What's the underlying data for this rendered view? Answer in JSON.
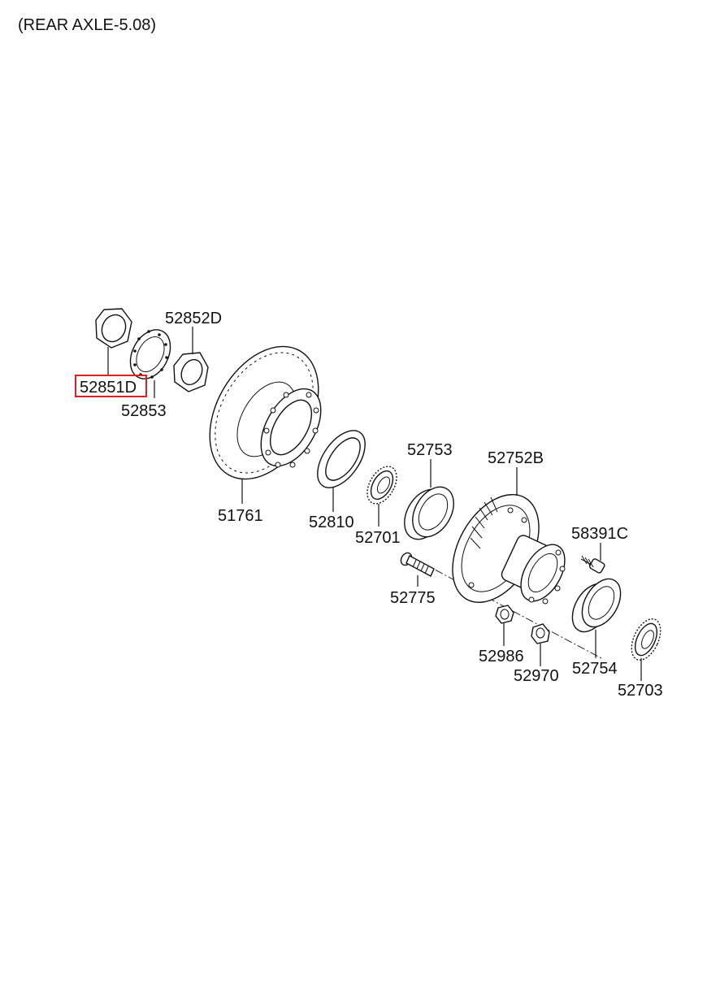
{
  "header": {
    "title": "(REAR AXLE-5.08)"
  },
  "parts": [
    {
      "id": "p-52851d",
      "label": "52851D",
      "highlighted": true
    },
    {
      "id": "p-52852d",
      "label": "52852D",
      "highlighted": false
    },
    {
      "id": "p-52853",
      "label": "52853",
      "highlighted": false
    },
    {
      "id": "p-51761",
      "label": "51761",
      "highlighted": false
    },
    {
      "id": "p-52810",
      "label": "52810",
      "highlighted": false
    },
    {
      "id": "p-52701",
      "label": "52701",
      "highlighted": false
    },
    {
      "id": "p-52753",
      "label": "52753",
      "highlighted": false
    },
    {
      "id": "p-52752b",
      "label": "52752B",
      "highlighted": false
    },
    {
      "id": "p-58391c",
      "label": "58391C",
      "highlighted": false
    },
    {
      "id": "p-52775",
      "label": "52775",
      "highlighted": false
    },
    {
      "id": "p-52986",
      "label": "52986",
      "highlighted": false
    },
    {
      "id": "p-52970",
      "label": "52970",
      "highlighted": false
    },
    {
      "id": "p-52754",
      "label": "52754",
      "highlighted": false
    },
    {
      "id": "p-52703",
      "label": "52703",
      "highlighted": false
    }
  ],
  "colors": {
    "highlight": "#e02020",
    "line": "#111111"
  }
}
